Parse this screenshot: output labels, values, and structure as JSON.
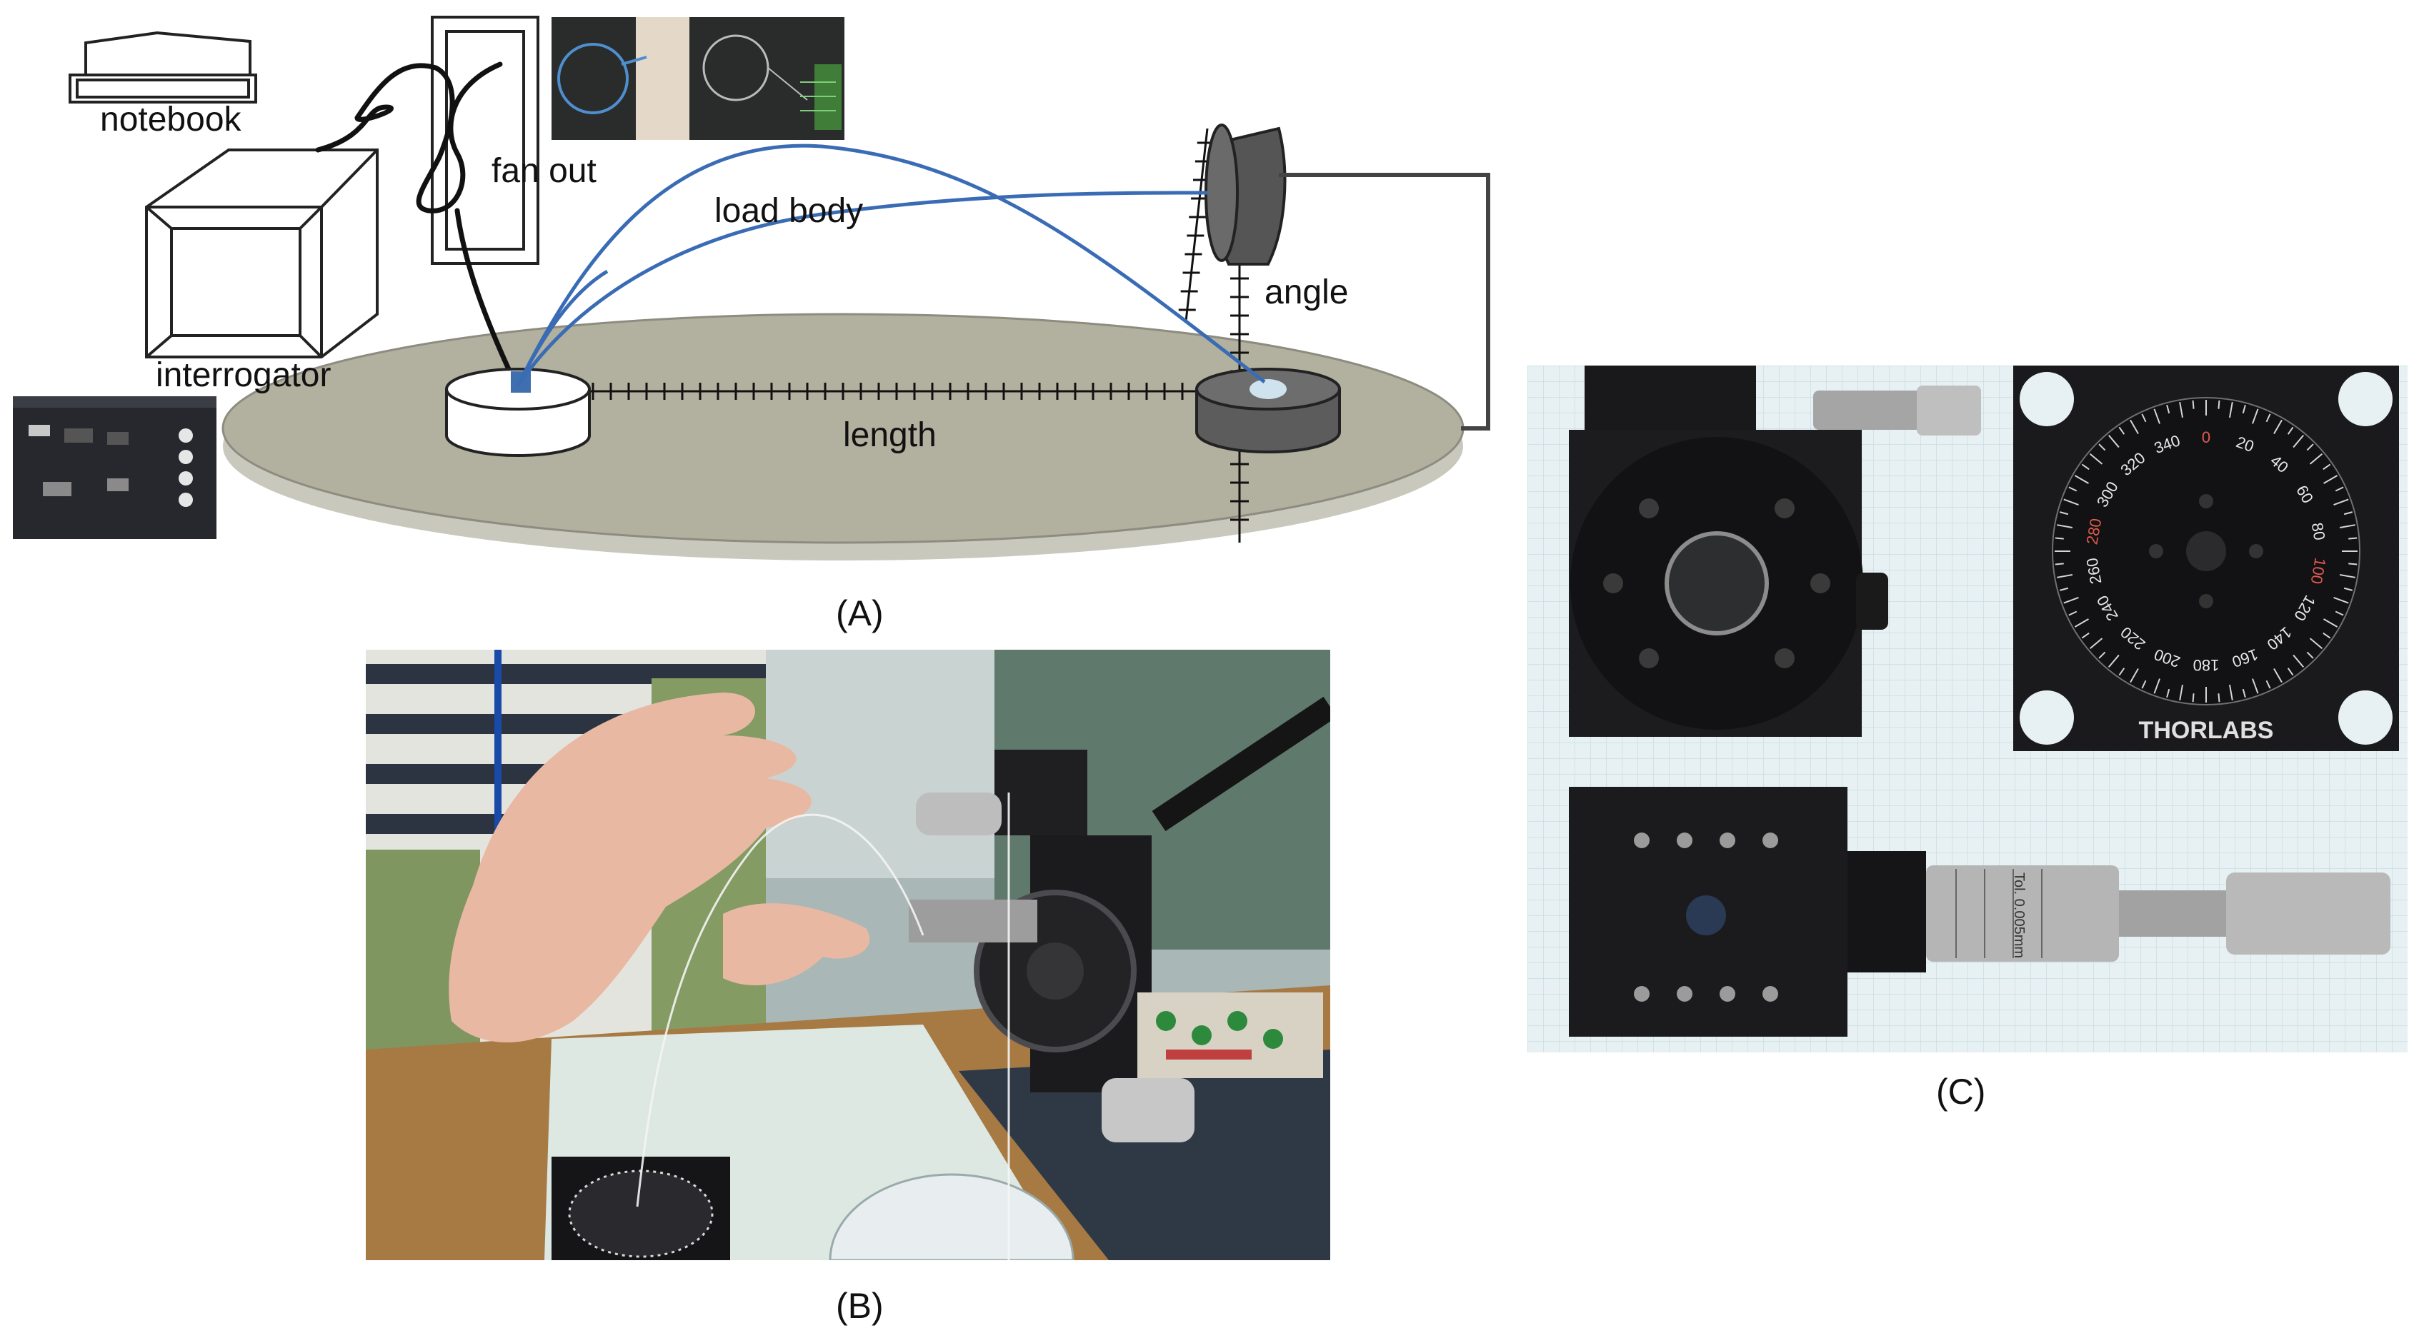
{
  "panel_a": {
    "caption": "(A)",
    "labels": {
      "notebook": "notebook",
      "fan_out": "fan out",
      "load_body": "load body",
      "angle": "angle",
      "interrogator": "interrogator",
      "length": "length"
    }
  },
  "panel_b": {
    "caption": "(B)"
  },
  "panel_c": {
    "caption": "(C)",
    "brand": "THORLABS",
    "dial_numbers": [
      "0",
      "20",
      "40",
      "60",
      "80",
      "100",
      "120",
      "140",
      "160",
      "180",
      "200",
      "220",
      "240",
      "260",
      "280",
      "300",
      "320",
      "340"
    ],
    "micrometer_text": "Tol. 0.005mm"
  },
  "colors": {
    "fiber_blue": "#3a6cb5",
    "table_top": "#b2b09f",
    "stage_black": "#1b1b1d",
    "grid_paper": "#e7f1f3"
  }
}
